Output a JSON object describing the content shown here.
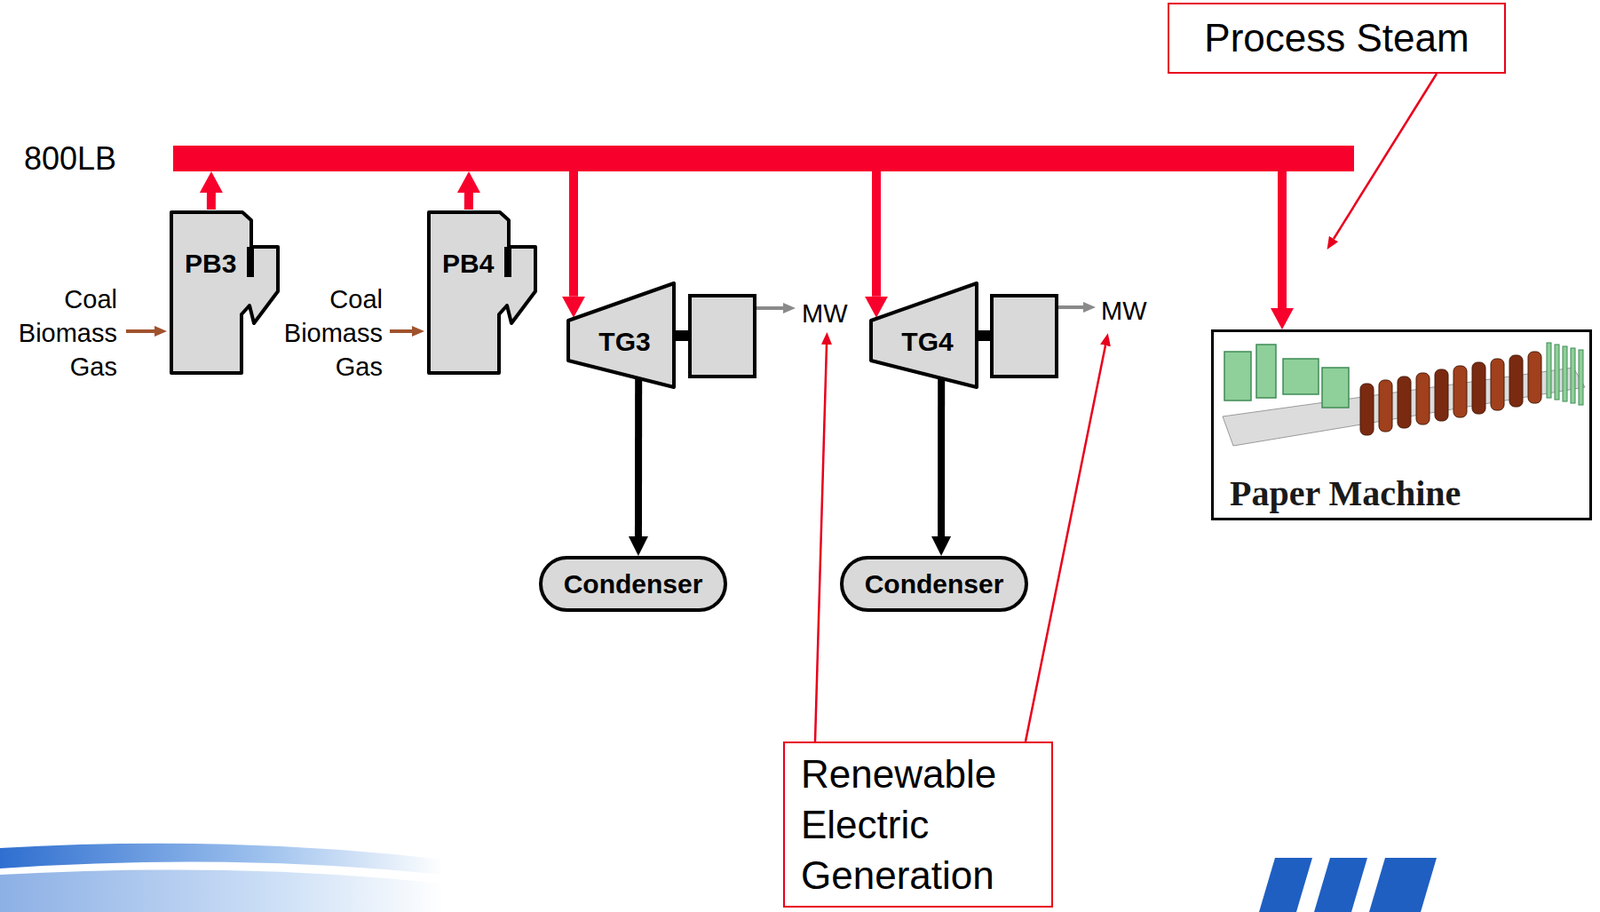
{
  "diagram": {
    "nodes": [
      {
        "text": [
          "Process Steam"
        ]
      },
      {
        "text": [
          "800LB"
        ]
      },
      {
        "text": [
          "PB3"
        ]
      },
      {
        "text": [
          "PB4"
        ]
      },
      {
        "text": [
          "TG3"
        ]
      },
      {
        "text": [
          "TG4"
        ]
      },
      {
        "text": [
          "Paper Machine"
        ]
      },
      {
        "text": [
          "Condenser"
        ]
      },
      {
        "text": [
          "Condenser"
        ]
      },
      {
        "text": [
          "Renewable Electric Generation"
        ]
      }
    ],
    "edges": [
      {
        "from": 2,
        "to": 1,
        "arrow": "to"
      },
      {
        "from": 3,
        "to": 1,
        "arrow": "to"
      },
      {
        "from": 1,
        "to": 4,
        "arrow": "to"
      },
      {
        "from": 1,
        "to": 5,
        "arrow": "to"
      },
      {
        "from": 1,
        "to": 6,
        "arrow": "to"
      },
      {
        "from": 4,
        "to": 7,
        "arrow": "to"
      },
      {
        "from": 5,
        "to": 8,
        "arrow": "to"
      }
    ],
    "labels": [
      "Coal Biomass Gas",
      "Coal Biomass Gas",
      "MW",
      "MW"
    ]
  }
}
